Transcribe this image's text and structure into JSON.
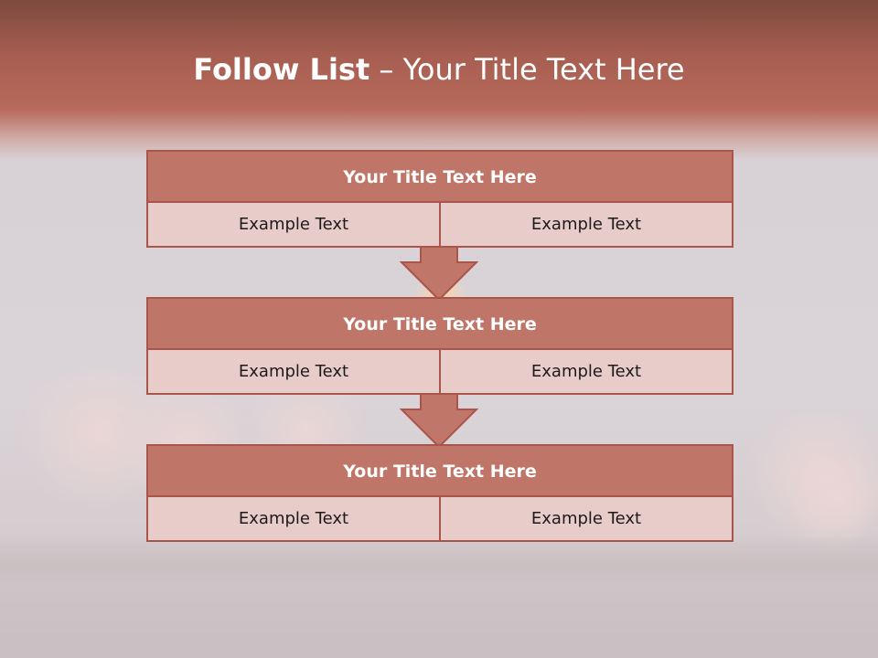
{
  "title": {
    "bold": "Follow List",
    "separator": "–",
    "rest": "Your Title Text Here"
  },
  "steps": [
    {
      "title": "Your Title Text Here",
      "left": "Example Text",
      "right": "Example Text"
    },
    {
      "title": "Your Title Text Here",
      "left": "Example Text",
      "right": "Example Text"
    },
    {
      "title": "Your Title Text Here",
      "left": "Example Text",
      "right": "Example Text"
    }
  ],
  "colors": {
    "header_band": "#b86a5c",
    "box_title": "#bf7567",
    "box_body": "#e7ccca",
    "border": "#a9554a",
    "arrow": "#c07669"
  }
}
